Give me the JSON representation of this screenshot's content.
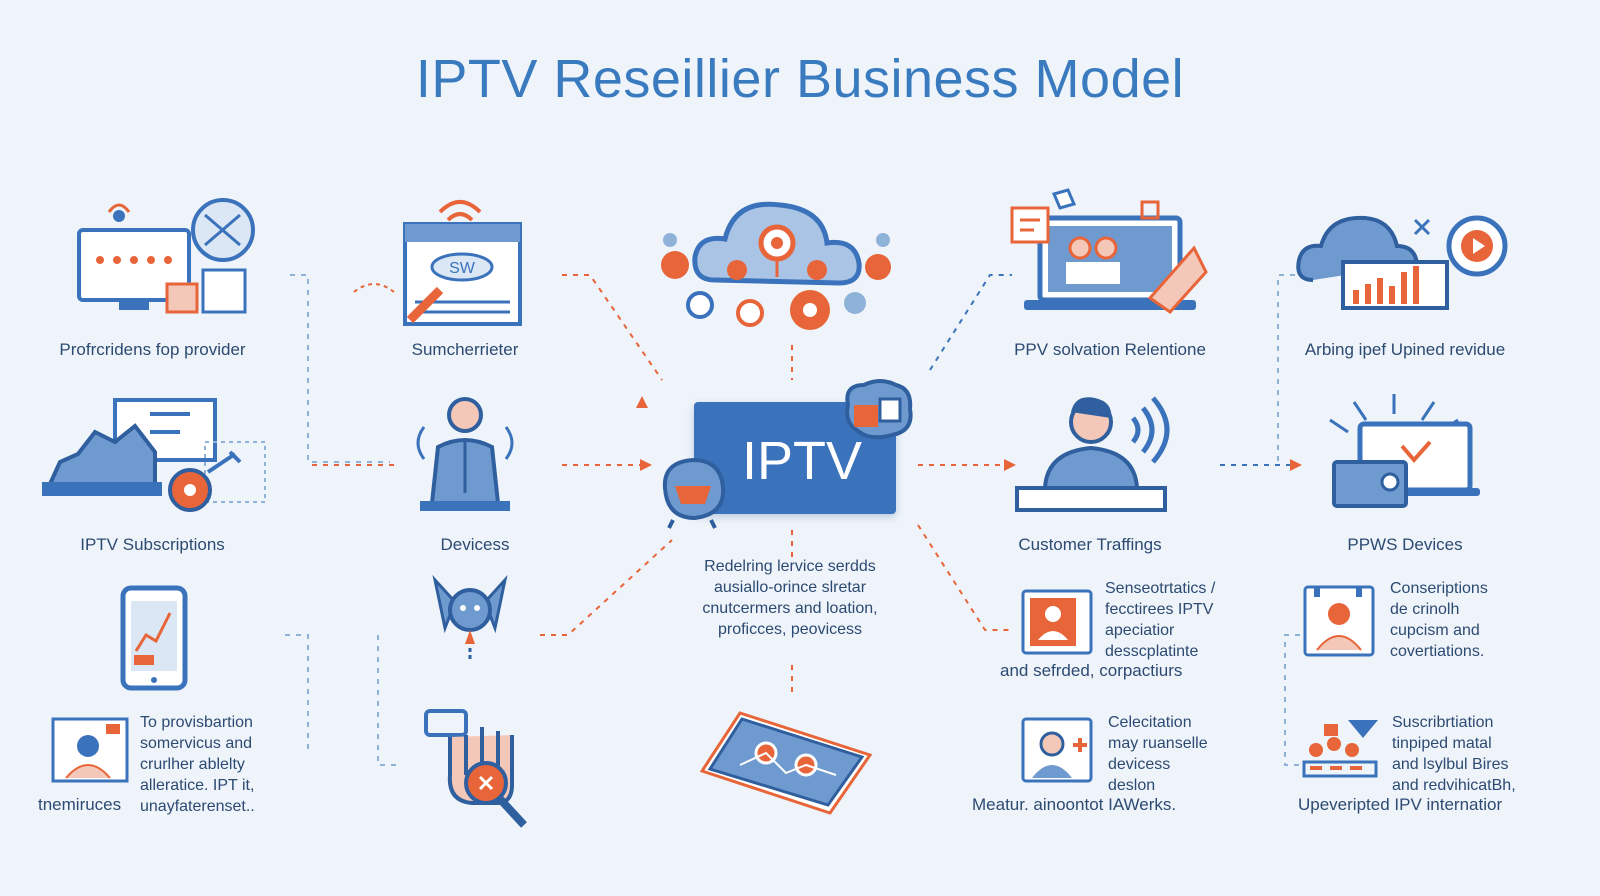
{
  "title": "IPTV Reseillier Business Model",
  "center": {
    "label": "IPTV",
    "description": "Redelring lervice serdds\nausiallo-orince slretar\ncnutcermers and loation,\nproficces, peovicess"
  },
  "left_column": {
    "item1": "Profrcridens fop provider",
    "item2": "IPTV Subscriptions",
    "item3": "To provisbartion\nsomervicus and\ncrurlher ablelty\nalleratice. IPT it,\nunayfaterenset..",
    "item3_note": "tnemiruces"
  },
  "center_left_column": {
    "item1": "Sumcherrieter",
    "item2": "Devicess",
    "badge": "SW"
  },
  "center_right_column": {
    "item1": "PPV solvation Relentione",
    "item2": "Customer Traffings",
    "item3": "Senseotrtatics /\nfecctirees IPTV\napeciatior\ndesscplatinte",
    "item3_note": "and sefrded, corpactiurs",
    "item4": "Celecitation\nmay ruanselle\ndevicess\ndeslon",
    "item4_note": "Meatur. ainoontot IAWerks."
  },
  "right_column": {
    "item1": "Arbing ipef Upined revidue",
    "item2": "PPWS Devices",
    "item3": "Conseriptions\nde crinolh\ncupcism and\ncovertiations.",
    "item4": "Suscribrtiation\ntinpiped matal\nand lsylbul Bires\nand redvihicatBh,",
    "item4_note": "Upeveripted IPV internatior"
  },
  "colors": {
    "background": "#eef4fa",
    "primary_blue": "#3b72bc",
    "title_blue": "#3a7bc0",
    "accent_orange": "#e8653a",
    "text": "#2d4a72"
  }
}
